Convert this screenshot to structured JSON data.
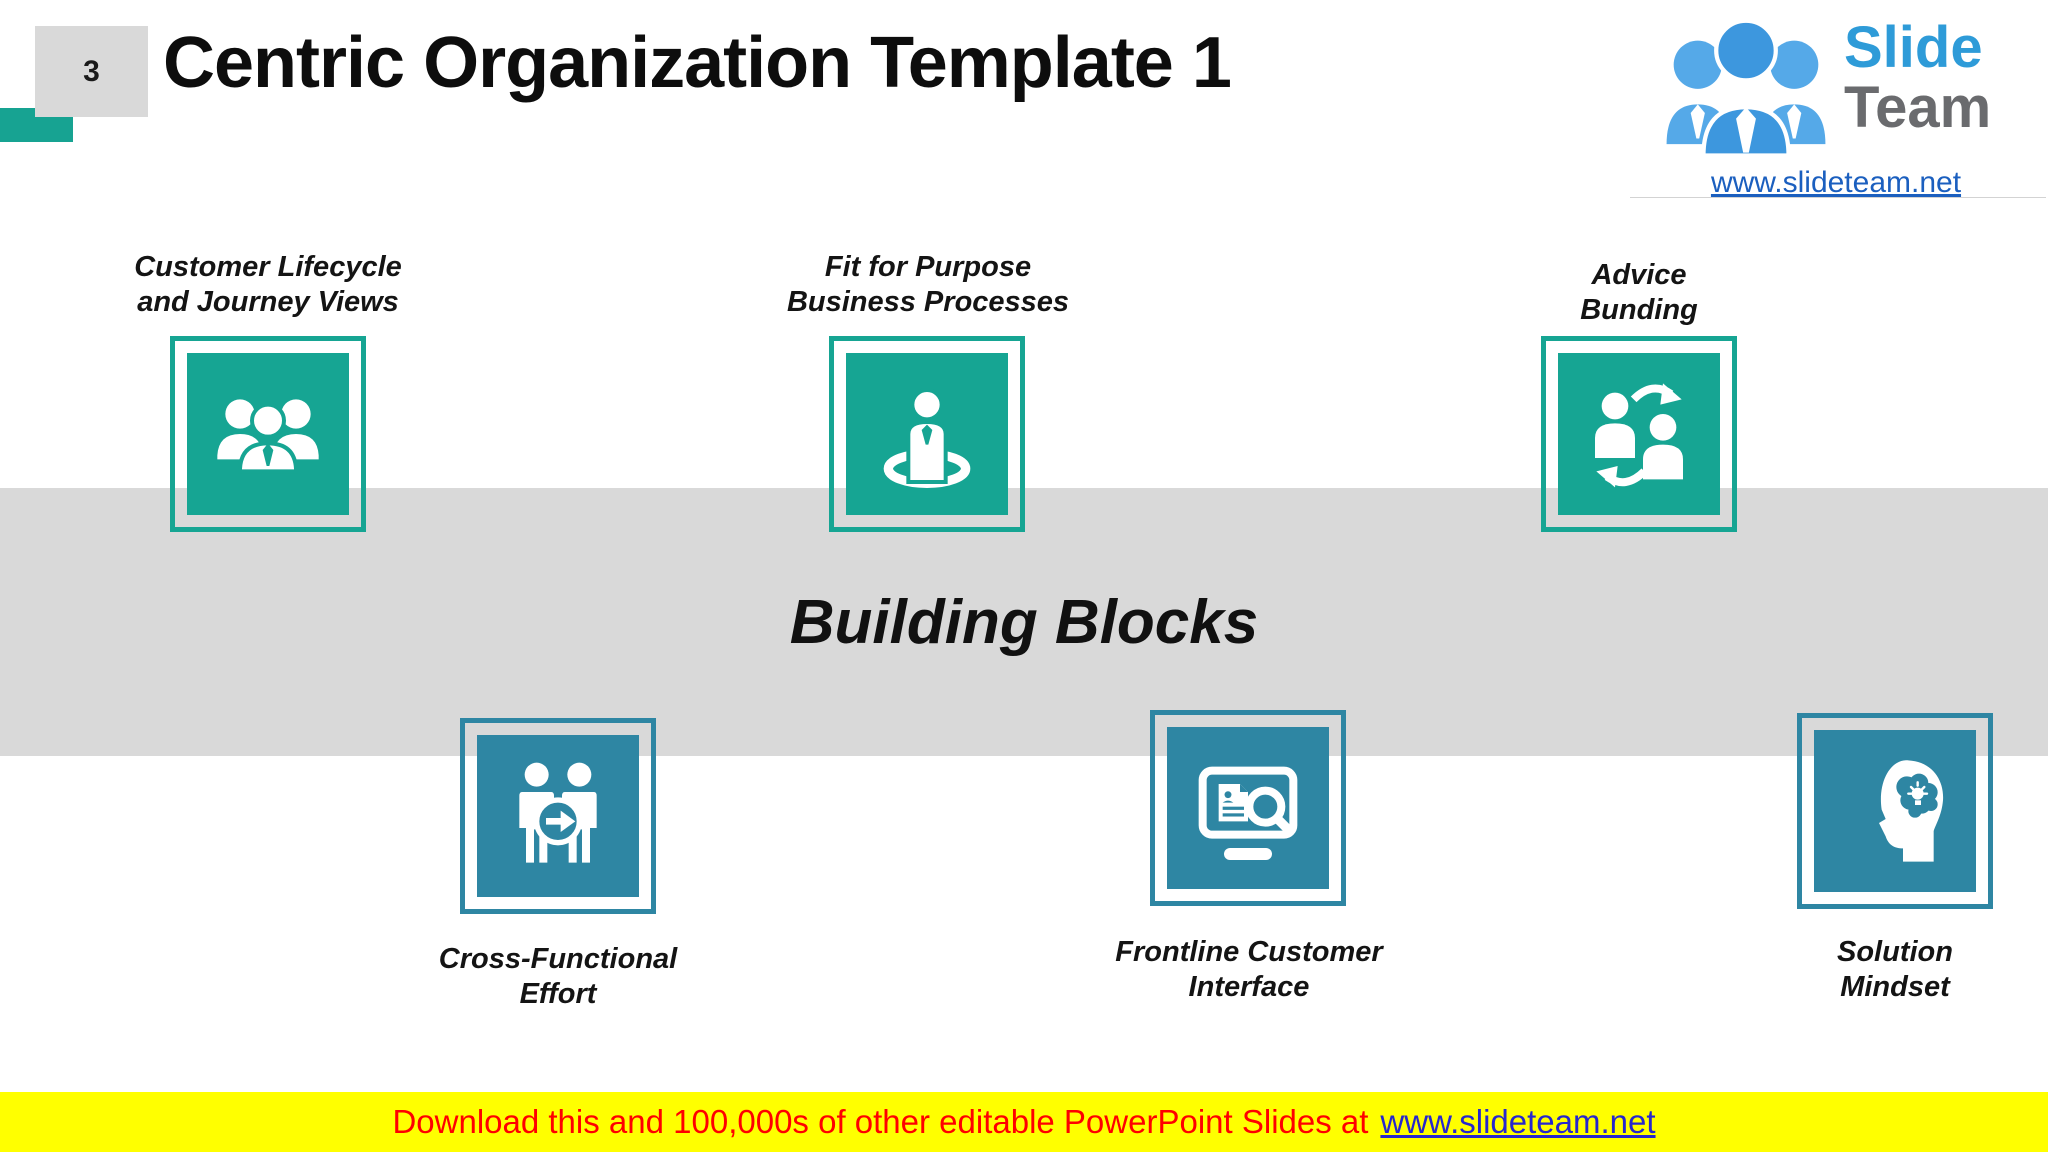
{
  "slide": {
    "number": "3",
    "title": "Centric Organization Template 1",
    "band_title": "Building Blocks"
  },
  "logo": {
    "brand_line1": "Slide",
    "brand_line2": "Team",
    "url": "www.slideteam.net",
    "icon": "people-trio-logo-icon"
  },
  "blocks": [
    {
      "label_line1": "Customer Lifecycle",
      "label_line2": "and Journey Views",
      "icon": "team-group-icon",
      "row": "top"
    },
    {
      "label_line1": "Fit for Purpose",
      "label_line2": "Business Processes",
      "icon": "person-target-icon",
      "row": "top"
    },
    {
      "label_line1": "Advice",
      "label_line2": "Bunding",
      "icon": "people-exchange-icon",
      "row": "top"
    },
    {
      "label_line1": "Cross-Functional",
      "label_line2": "Effort",
      "icon": "people-transfer-icon",
      "row": "bottom"
    },
    {
      "label_line1": "Frontline Customer",
      "label_line2": "Interface",
      "icon": "monitor-search-icon",
      "row": "bottom"
    },
    {
      "label_line1": "Solution",
      "label_line2": "Mindset",
      "icon": "mind-idea-icon",
      "row": "bottom"
    }
  ],
  "footer": {
    "message": "Download this and 100,000s of other editable PowerPoint Slides at",
    "link": "www.slideteam.net"
  },
  "colors": {
    "teal_top": "#16A593",
    "teal_bottom": "#2E86A3",
    "band_gray": "#D9D9D9",
    "accent_teal": "#17A392",
    "number_box_gray": "#D9D9D9",
    "footer_yellow": "#FFFF00",
    "footer_red": "#FF0000",
    "link_blue": "#2727CE",
    "logo_blue": "#2E9BD8",
    "logo_gray": "#6A6B6E"
  }
}
